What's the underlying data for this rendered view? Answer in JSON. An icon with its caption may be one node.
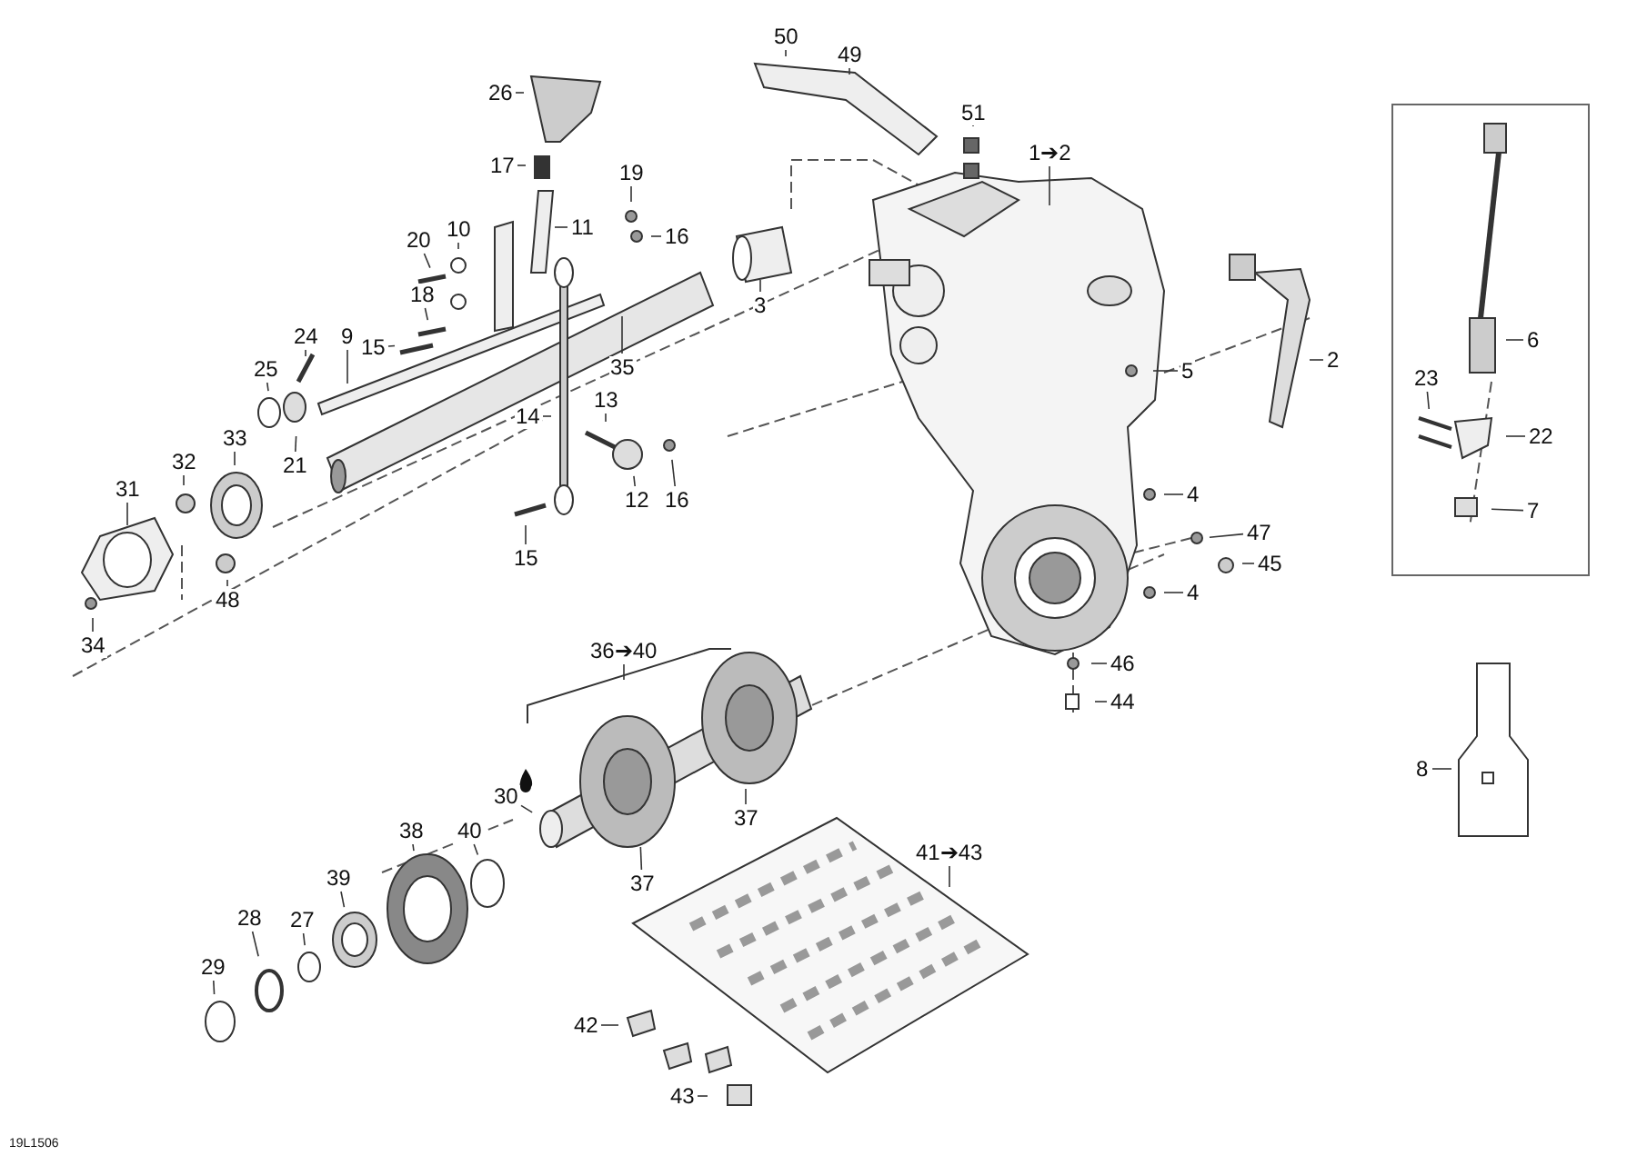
{
  "diagram": {
    "nodes": [
      {
        "text": [],
        "shape": "box"
      },
      {
        "text": [
          "50"
        ]
      },
      {
        "text": [
          "49"
        ]
      },
      {
        "text": [
          "26"
        ]
      },
      {
        "text": [
          "51"
        ]
      },
      {
        "text": [
          "1➔2"
        ]
      },
      {
        "text": [
          "17"
        ]
      },
      {
        "text": [
          "19"
        ]
      },
      {
        "text": [
          "11"
        ]
      },
      {
        "text": [
          "10"
        ]
      },
      {
        "text": [
          "16"
        ]
      },
      {
        "text": [
          "20"
        ]
      },
      {
        "text": [
          "18"
        ]
      },
      {
        "text": [
          "3"
        ]
      },
      {
        "text": [
          "15"
        ]
      },
      {
        "text": [
          "24"
        ]
      },
      {
        "text": [
          "9"
        ]
      },
      {
        "text": [
          "6"
        ],
        "in": 0
      },
      {
        "text": [
          "2"
        ]
      },
      {
        "text": [
          "35"
        ]
      },
      {
        "text": [
          "5"
        ]
      },
      {
        "text": [
          "25"
        ]
      },
      {
        "text": [
          "23"
        ],
        "in": 0
      },
      {
        "text": [
          "13"
        ]
      },
      {
        "text": [
          "14"
        ]
      },
      {
        "text": [
          "22"
        ],
        "in": 0
      },
      {
        "text": [
          "33"
        ]
      },
      {
        "text": [
          "21"
        ]
      },
      {
        "text": [
          "32"
        ]
      },
      {
        "text": [
          "31"
        ]
      },
      {
        "text": [
          "12"
        ]
      },
      {
        "text": [
          "16"
        ]
      },
      {
        "text": [
          "4"
        ]
      },
      {
        "text": [
          "7"
        ],
        "in": 0
      },
      {
        "text": [
          "47"
        ]
      },
      {
        "text": [
          "15"
        ]
      },
      {
        "text": [
          "45"
        ]
      },
      {
        "text": [
          "48"
        ]
      },
      {
        "text": [
          "4"
        ]
      },
      {
        "text": [
          "34"
        ]
      },
      {
        "text": [
          "36➔40"
        ]
      },
      {
        "text": [
          "46"
        ]
      },
      {
        "text": [
          "44"
        ]
      },
      {
        "text": [
          "8"
        ]
      },
      {
        "text": [
          "30"
        ]
      },
      {
        "text": [
          "37"
        ]
      },
      {
        "text": [
          "38"
        ]
      },
      {
        "text": [
          "40"
        ]
      },
      {
        "text": [
          "41➔43"
        ]
      },
      {
        "text": [
          "37"
        ]
      },
      {
        "text": [
          "39"
        ]
      },
      {
        "text": [
          "27"
        ]
      },
      {
        "text": [
          "28"
        ]
      },
      {
        "text": [
          "29"
        ]
      },
      {
        "text": [
          "42"
        ]
      },
      {
        "text": [
          "43"
        ]
      }
    ],
    "edges": [
      {
        "from": 1,
        "to": null,
        "arrow": "none"
      },
      {
        "from": 2,
        "to": null,
        "arrow": "none"
      },
      {
        "from": 3,
        "to": null,
        "arrow": "none"
      },
      {
        "from": 4,
        "to": null,
        "arrow": "none"
      },
      {
        "from": 5,
        "to": null,
        "arrow": "none"
      },
      {
        "from": 6,
        "to": null,
        "arrow": "none"
      },
      {
        "from": 7,
        "to": null,
        "arrow": "none"
      },
      {
        "from": 8,
        "to": null,
        "arrow": "none"
      },
      {
        "from": 9,
        "to": null,
        "arrow": "none"
      },
      {
        "from": 10,
        "to": null,
        "arrow": "none"
      },
      {
        "from": 11,
        "to": null,
        "arrow": "none"
      },
      {
        "from": 12,
        "to": null,
        "arrow": "none"
      },
      {
        "from": 13,
        "to": null,
        "arrow": "none"
      },
      {
        "from": 14,
        "to": null,
        "arrow": "none"
      },
      {
        "from": 15,
        "to": null,
        "arrow": "none"
      },
      {
        "from": 16,
        "to": null,
        "arrow": "none"
      },
      {
        "from": 17,
        "to": null,
        "arrow": "none"
      },
      {
        "from": 18,
        "to": null,
        "arrow": "none"
      },
      {
        "from": 19,
        "to": null,
        "arrow": "none"
      },
      {
        "from": 20,
        "to": null,
        "arrow": "none"
      },
      {
        "from": 21,
        "to": null,
        "arrow": "none"
      },
      {
        "from": 22,
        "to": null,
        "arrow": "none"
      },
      {
        "from": 23,
        "to": null,
        "arrow": "none"
      },
      {
        "from": 24,
        "to": null,
        "arrow": "none"
      },
      {
        "from": 25,
        "to": null,
        "arrow": "none"
      },
      {
        "from": 26,
        "to": null,
        "arrow": "none"
      },
      {
        "from": 27,
        "to": null,
        "arrow": "none"
      },
      {
        "from": 28,
        "to": null,
        "arrow": "none"
      },
      {
        "from": 29,
        "to": null,
        "arrow": "none"
      },
      {
        "from": 30,
        "to": null,
        "arrow": "none"
      },
      {
        "from": 31,
        "to": null,
        "arrow": "none"
      },
      {
        "from": 32,
        "to": null,
        "arrow": "none"
      },
      {
        "from": 33,
        "to": null,
        "arrow": "none"
      },
      {
        "from": 34,
        "to": null,
        "arrow": "none"
      },
      {
        "from": 35,
        "to": null,
        "arrow": "none"
      },
      {
        "from": 36,
        "to": null,
        "arrow": "none"
      },
      {
        "from": 37,
        "to": null,
        "arrow": "none"
      },
      {
        "from": 38,
        "to": null,
        "arrow": "none"
      },
      {
        "from": 39,
        "to": null,
        "arrow": "none"
      },
      {
        "from": 40,
        "to": null,
        "arrow": "none"
      },
      {
        "from": 41,
        "to": null,
        "arrow": "none"
      },
      {
        "from": 42,
        "to": null,
        "arrow": "none"
      },
      {
        "from": 43,
        "to": null,
        "arrow": "none"
      },
      {
        "from": 44,
        "to": null,
        "arrow": "none"
      },
      {
        "from": 45,
        "to": null,
        "arrow": "none"
      },
      {
        "from": 46,
        "to": null,
        "arrow": "none"
      },
      {
        "from": 47,
        "to": null,
        "arrow": "none"
      },
      {
        "from": 48,
        "to": null,
        "arrow": "none"
      },
      {
        "from": 49,
        "to": null,
        "arrow": "none"
      },
      {
        "from": 50,
        "to": null,
        "arrow": "none"
      },
      {
        "from": 51,
        "to": null,
        "arrow": "none"
      },
      {
        "from": 52,
        "to": null,
        "arrow": "none"
      },
      {
        "from": 53,
        "to": null,
        "arrow": "none"
      },
      {
        "from": 54,
        "to": null,
        "arrow": "none"
      },
      {
        "from": 55,
        "to": null,
        "arrow": "none"
      }
    ],
    "labels": [
      "19L1506"
    ]
  }
}
